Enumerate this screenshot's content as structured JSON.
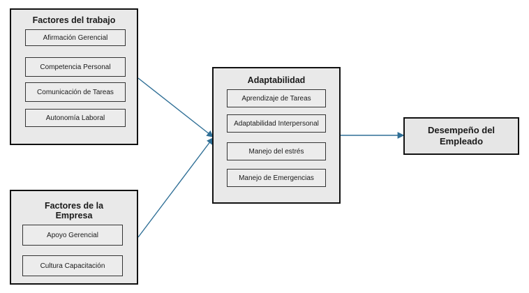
{
  "panels": {
    "trabajo": {
      "title": "Factores del trabajo",
      "items": [
        "Afirmación Gerencial",
        "Competencia Personal",
        "Comunicación de Tareas",
        "Autonomía Laboral"
      ]
    },
    "empresa": {
      "title": "Factores de la Empresa",
      "items": [
        "Apoyo Gerencial",
        "Cultura Capacitación"
      ]
    },
    "adaptabilidad": {
      "title": "Adaptabilidad",
      "items": [
        "Aprendizaje de Tareas",
        "Adaptabilidad Interpersonal",
        "Manejo del estrés",
        "Manejo de Emergencias"
      ]
    }
  },
  "outcome": {
    "label": "Desempeño del Empleado"
  },
  "arrow_color": "#2f6f96"
}
